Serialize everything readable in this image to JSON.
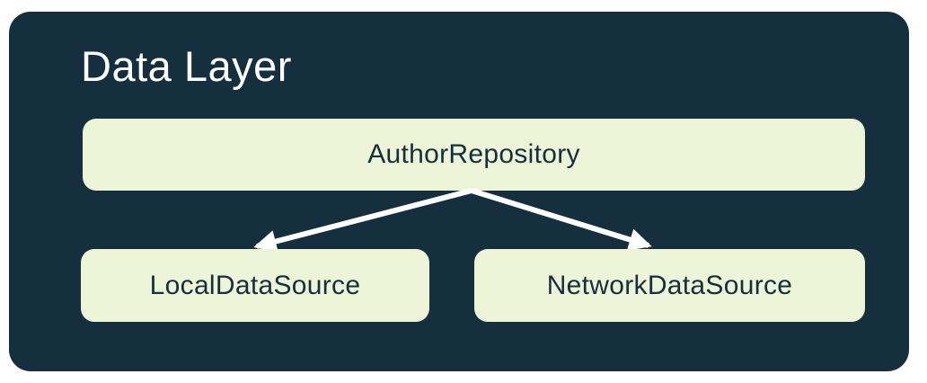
{
  "diagram": {
    "title": "Data Layer",
    "nodes": [
      {
        "id": "author-repository",
        "label": "AuthorRepository"
      },
      {
        "id": "local-data-source",
        "label": "LocalDataSource"
      },
      {
        "id": "network-data-source",
        "label": "NetworkDataSource"
      }
    ],
    "edges": [
      {
        "from": "AuthorRepository",
        "to": "LocalDataSource"
      },
      {
        "from": "AuthorRepository",
        "to": "NetworkDataSource"
      }
    ]
  },
  "colors": {
    "page_bg": "#ffffff",
    "card_bg": "#152F3E",
    "node_bg": "#EDF4D7",
    "node_text": "#152F3E",
    "title_text": "#FFFFFF",
    "arrow": "#FFFFFF"
  }
}
